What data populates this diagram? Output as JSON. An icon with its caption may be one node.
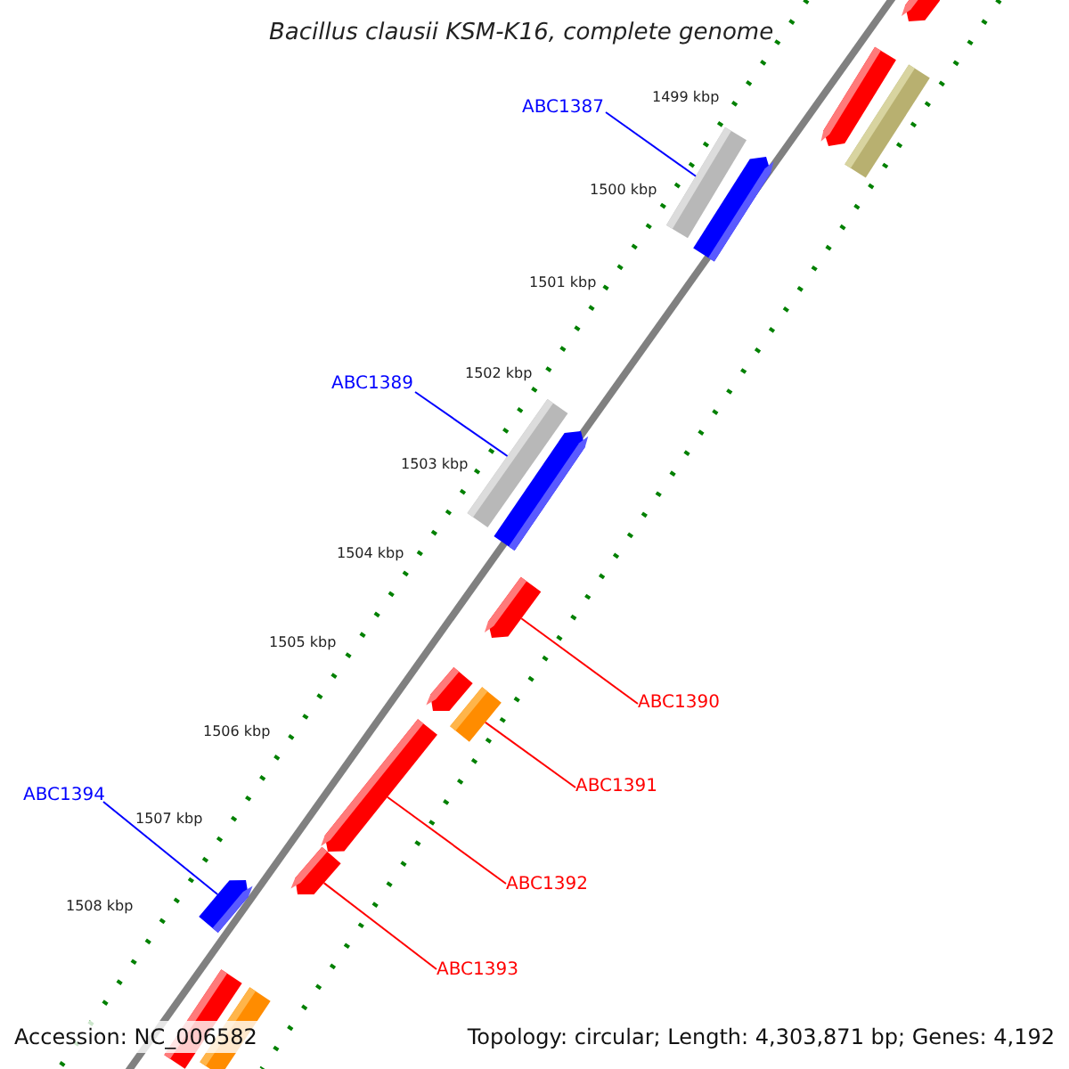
{
  "diagram": {
    "title": "Bacillus clausii KSM-K16, complete genome",
    "nodes": [
      {
        "text": [],
        "shape": "bar"
      },
      {
        "text": [],
        "shape": "bar"
      },
      {
        "text": [],
        "shape": "bar"
      },
      {
        "text": [
          "ABC1387"
        ]
      },
      {
        "text": [],
        "shape": "bar"
      },
      {
        "text": [],
        "shape": "bar"
      },
      {
        "text": [
          "ABC1389"
        ]
      },
      {
        "text": [],
        "shape": "bar"
      },
      {
        "text": [],
        "shape": "bar"
      },
      {
        "text": [],
        "shape": "bar"
      },
      {
        "text": [
          "ABC1390"
        ]
      },
      {
        "text": [],
        "shape": "bar"
      },
      {
        "text": [],
        "shape": "bar"
      },
      {
        "text": [
          "ABC1391"
        ]
      },
      {
        "text": [],
        "shape": "bar"
      },
      {
        "text": [
          "ABC1394"
        ]
      },
      {
        "text": [],
        "shape": "bar"
      },
      {
        "text": [],
        "shape": "bar"
      },
      {
        "text": [
          "ABC1392"
        ]
      },
      {
        "text": [
          "ABC1393"
        ]
      },
      {
        "text": [],
        "shape": "bar"
      },
      {
        "text": [],
        "shape": "bar"
      }
    ],
    "edges": [
      {
        "from": 3,
        "to": 4,
        "arrow": "none",
        "color": "#0000ff"
      },
      {
        "from": 6,
        "to": 7,
        "arrow": "none",
        "color": "#0000ff"
      },
      {
        "from": 10,
        "to": 9,
        "arrow": "none"
      },
      {
        "from": 13,
        "to": 12,
        "arrow": "none"
      },
      {
        "from": 15,
        "to": 17,
        "arrow": "none",
        "color": "#0000ff"
      },
      {
        "from": 18,
        "to": 14,
        "arrow": "none"
      },
      {
        "from": 19,
        "to": 16,
        "arrow": "none"
      }
    ],
    "labels": [
      "1499 kbp",
      "1500 kbp",
      "1501 kbp",
      "1502 kbp",
      "1503 kbp",
      "1504 kbp",
      "1505 kbp",
      "1506 kbp",
      "1507 kbp",
      "1508 kbp",
      "Accession: NC_006582",
      "Topology: circular; Length: 4,303,871 bp; Genes: 4,192"
    ]
  }
}
